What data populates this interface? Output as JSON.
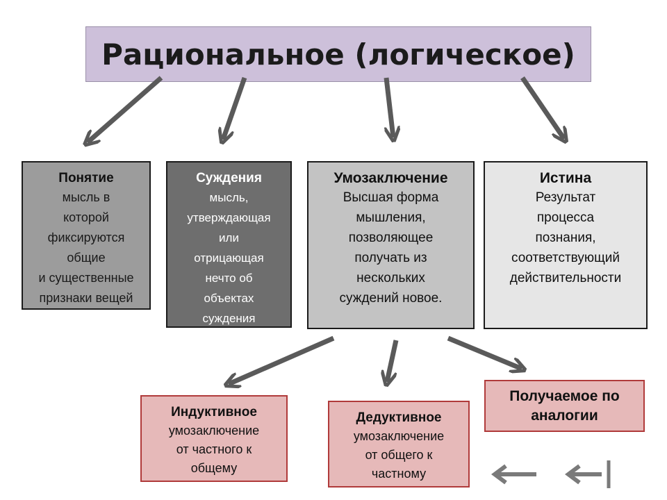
{
  "title": "Рациональное (логическое)",
  "concepts": [
    {
      "heading": "Понятие",
      "body": [
        "мысль в",
        "которой",
        "фиксируются",
        "общие",
        "и существенные",
        "признаки вещей"
      ]
    },
    {
      "heading": "Суждения",
      "body": [
        "мысль,",
        "утверждающая",
        "или",
        "отрицающая",
        "нечто об",
        "объектах",
        "суждения"
      ]
    },
    {
      "heading": "Умозаключение",
      "body": [
        "Высшая форма",
        "мышления,",
        "позволяющее",
        "получать из",
        "нескольких",
        "суждений новое."
      ]
    },
    {
      "heading": "Истина",
      "body": [
        "Результат",
        "процесса",
        "познания,",
        "соответствующий",
        "действительности"
      ]
    }
  ],
  "inference_types": [
    {
      "heading": "Индуктивное",
      "body": [
        "умозаключение",
        "от частного к",
        "общему"
      ]
    },
    {
      "heading": "Дедуктивное",
      "body": [
        "умозаключение",
        "от общего к",
        "частному"
      ]
    },
    {
      "heading": "Получаемое по аналогии",
      "body": []
    }
  ],
  "colors": {
    "title_bg": "#cdc0da",
    "arrow": "#5a5a5a",
    "pink_bg": "#e6b9b9",
    "pink_border": "#b03a3a"
  }
}
